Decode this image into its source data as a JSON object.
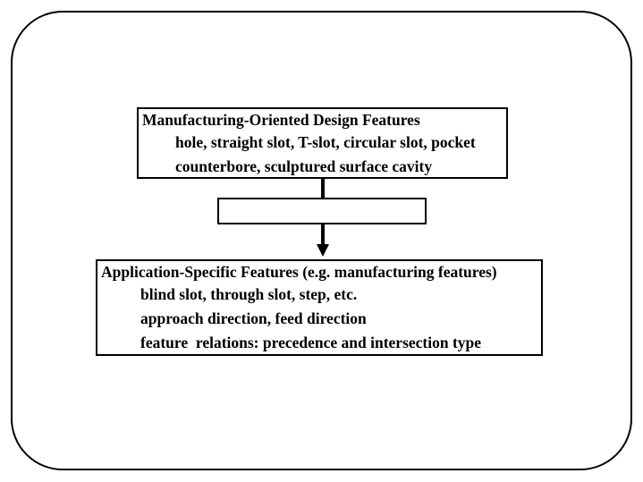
{
  "slide": {
    "background_color": "#ffffff",
    "border_color": "#000000",
    "text_color": "#000000"
  },
  "diagram": {
    "top_box": {
      "title": "Manufacturing-Oriented Design Features",
      "lines": [
        "hole, straight slot, T-slot, circular slot, pocket",
        "counterbore, sculptured surface cavity"
      ]
    },
    "middle_box": {
      "label": ""
    },
    "arrow": {
      "direction": "down",
      "color": "#000000"
    },
    "bottom_box": {
      "title": "Application-Specific Features (e.g. manufacturing features)",
      "lines": [
        "blind slot, through slot, step, etc.",
        "approach direction, feed direction",
        "feature  relations: precedence and intersection type"
      ]
    }
  }
}
